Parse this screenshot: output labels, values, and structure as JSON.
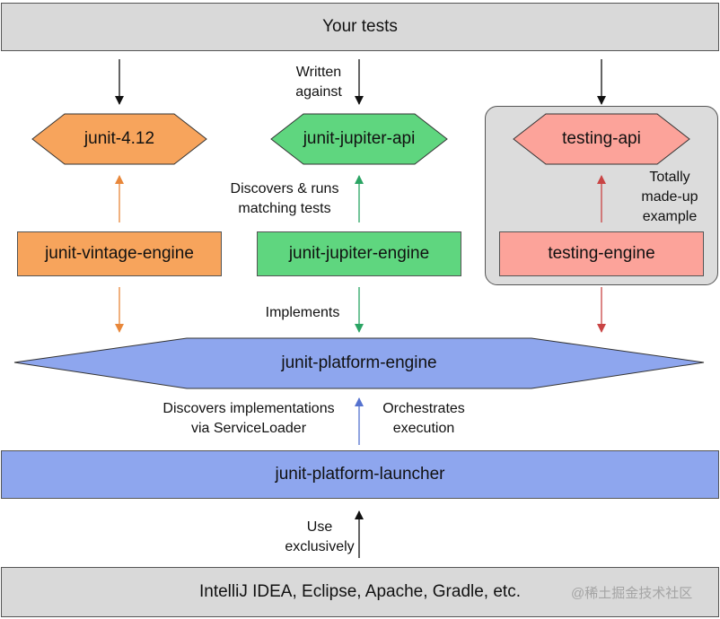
{
  "top": {
    "label": "Your tests"
  },
  "bottom": {
    "label": "IntelliJ IDEA, Eclipse, Apache, Gradle, etc."
  },
  "apis": {
    "junit4": "junit-4.12",
    "jupiter_api": "junit-jupiter-api",
    "testing_api": "testing-api"
  },
  "engines": {
    "vintage": "junit-vintage-engine",
    "jupiter": "junit-jupiter-engine",
    "testing": "testing-engine"
  },
  "platform_engine": "junit-platform-engine",
  "platform_launcher": "junit-platform-launcher",
  "annotations": {
    "written_against": [
      "Written",
      "against"
    ],
    "discovers_runs": [
      "Discovers & runs",
      "matching tests"
    ],
    "totally_made_up": [
      "Totally",
      "made-up",
      "example"
    ],
    "implements": "Implements",
    "discovers_impl": [
      "Discovers implementations",
      "via ServiceLoader"
    ],
    "orchestrates": [
      "Orchestrates",
      "execution"
    ],
    "use_exclusively": [
      "Use",
      "exclusively"
    ]
  },
  "watermark": "@稀土掘金技术社区",
  "colors": {
    "gray_box": "#d9d9d9",
    "orange": "#f7a45c",
    "green": "#5fd67f",
    "salmon": "#fca39a",
    "blue": "#8ea6ee",
    "group_bg": "#dcdcdc",
    "arrow_black": "#111111",
    "arrow_orange": "#e8873a",
    "arrow_green": "#2aa463",
    "arrow_red": "#c94444",
    "arrow_blue": "#5572cf"
  }
}
